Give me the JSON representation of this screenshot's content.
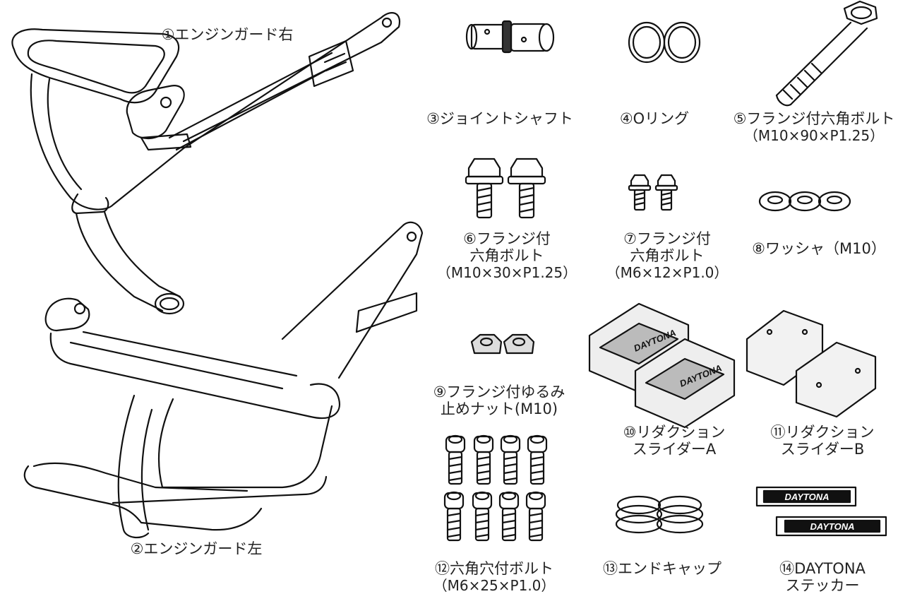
{
  "parts": {
    "p1": {
      "line1": "①エンジンガード右"
    },
    "p2": {
      "line1": "②エンジンガード左"
    },
    "p3": {
      "line1": "③ジョイントシャフト"
    },
    "p4": {
      "line1": "④Oリング"
    },
    "p5": {
      "line1": "⑤フランジ付六角ボルト",
      "line2": "（M10×90×P1.25）"
    },
    "p6": {
      "line1": "⑥フランジ付",
      "line2": "六角ボルト",
      "line3": "（M10×30×P1.25）"
    },
    "p7": {
      "line1": "⑦フランジ付",
      "line2": "六角ボルト",
      "line3": "（M6×12×P1.0）"
    },
    "p8": {
      "line1": "⑧ワッシャ（M10）"
    },
    "p9": {
      "line1": "⑨フランジ付ゆるみ",
      "line2": "止めナット(M10)"
    },
    "p10": {
      "line1": "⑩リダクション",
      "line2": "スライダーA"
    },
    "p11": {
      "line1": "⑪リダクション",
      "line2": "スライダーB"
    },
    "p12": {
      "line1": "⑫六角穴付ボルト",
      "line2": "（M6×25×P1.0）"
    },
    "p13": {
      "line1": "⑬エンドキャップ"
    },
    "p14": {
      "line1": "⑭DAYTONA",
      "line2": "ステッカー"
    }
  },
  "brand": {
    "slider_a_logo": "DAYTONA",
    "sticker_text": "DAYTONA"
  }
}
